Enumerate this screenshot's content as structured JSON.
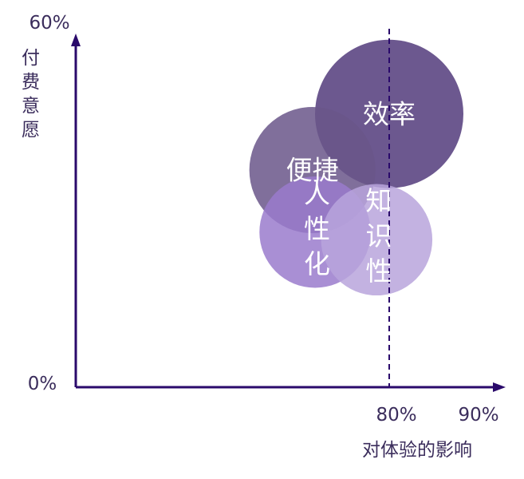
{
  "chart_data": {
    "type": "bubble",
    "title": "",
    "xlabel": "对体验的影响",
    "ylabel": "付费意愿",
    "xlim": [
      45,
      92
    ],
    "ylim": [
      0,
      60
    ],
    "x_ticks": [
      "80%",
      "90%"
    ],
    "y_ticks": [
      "0%",
      "60%"
    ],
    "reference_line": {
      "x": 80,
      "style": "dashed"
    },
    "bubbles": [
      {
        "label": "效率",
        "x": 80,
        "y": 46.7,
        "size": 1.0,
        "color": "#5f4a85",
        "opacity": 0.92,
        "vertical": false
      },
      {
        "label": "便捷",
        "x": 71.4,
        "y": 37.1,
        "size": 0.85,
        "color": "#6a5689",
        "opacity": 0.85,
        "vertical": false
      },
      {
        "label": "人性化",
        "x": 71.7,
        "y": 26.5,
        "size": 0.75,
        "color": "#9a7bcc",
        "opacity": 0.85,
        "vertical": true
      },
      {
        "label": "知识性",
        "x": 78.6,
        "y": 25.2,
        "size": 0.75,
        "color": "#b9a5dc",
        "opacity": 0.85,
        "vertical": true
      }
    ]
  },
  "colors": {
    "axis": "#2a0a6b",
    "text": "#3b2d5c"
  }
}
